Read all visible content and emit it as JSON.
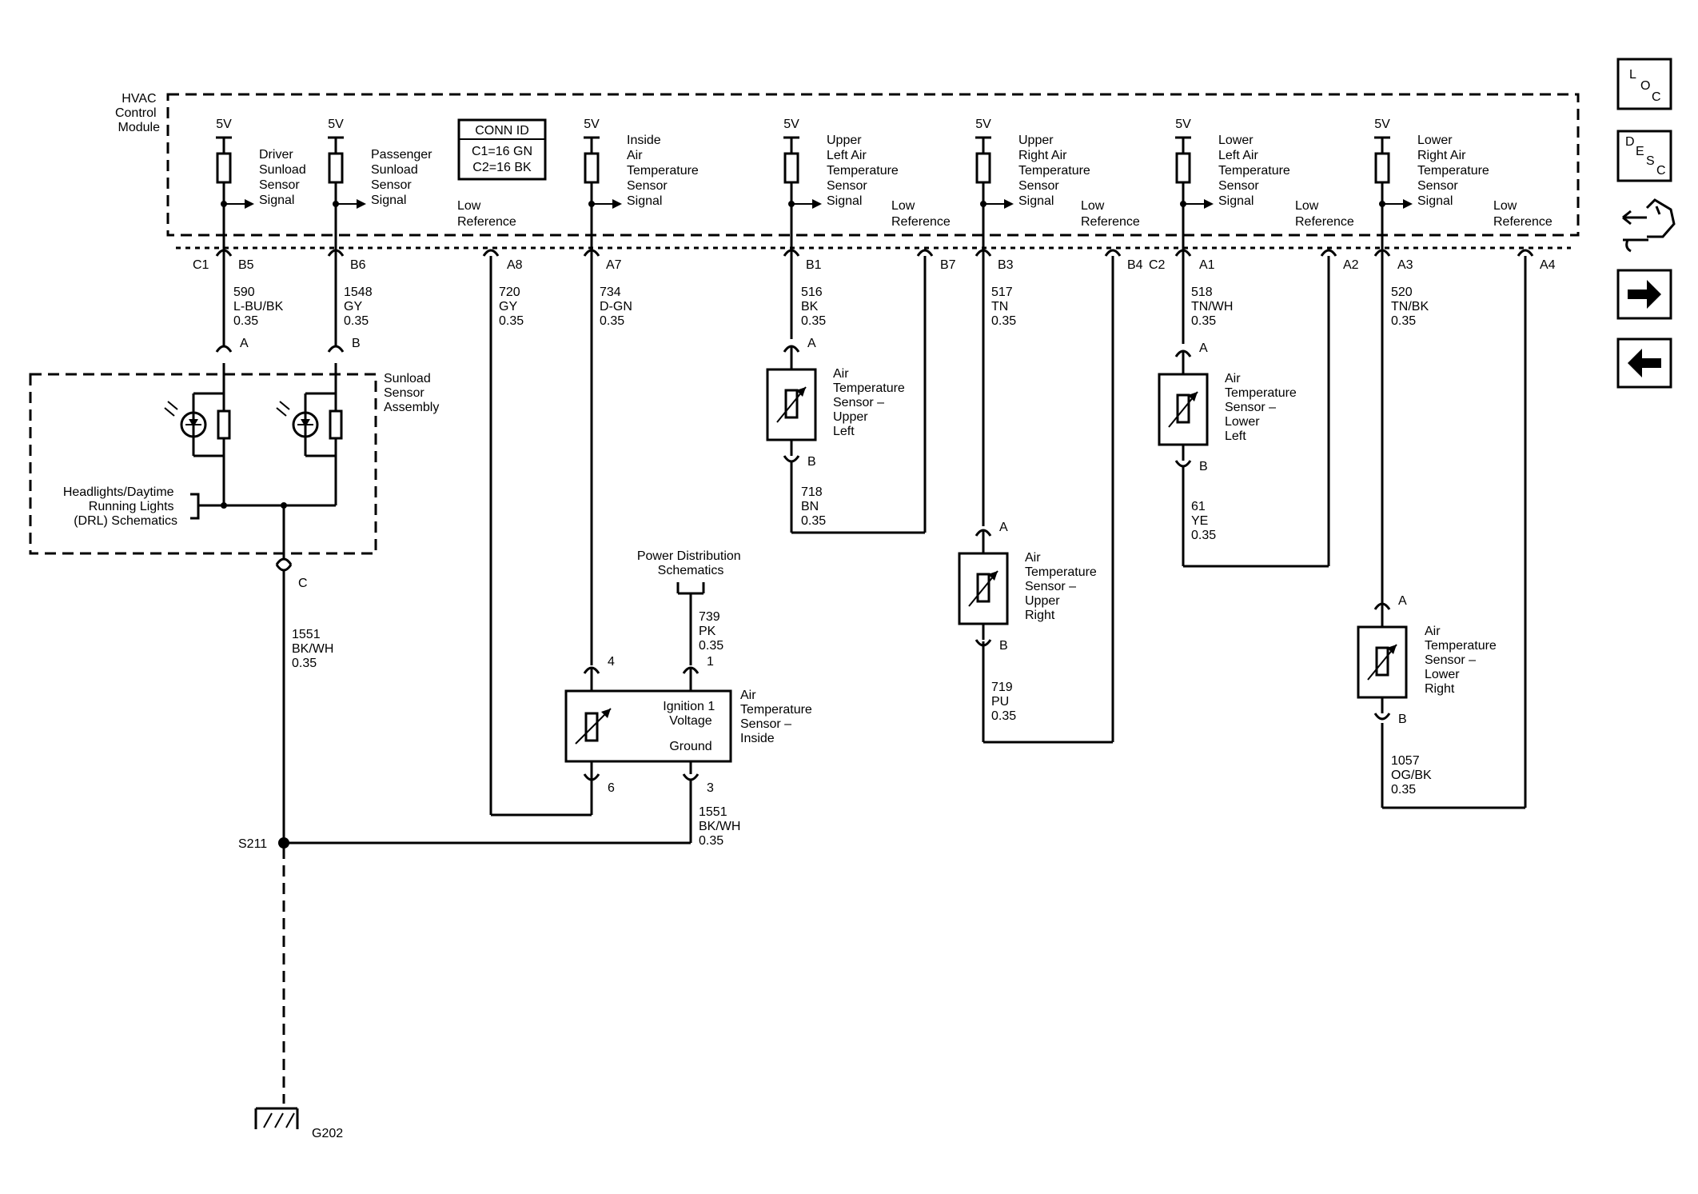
{
  "module": {
    "label": [
      "HVAC",
      "Control",
      "Module"
    ],
    "conn_id": {
      "title": "CONN ID",
      "lines": [
        "C1=16 GN",
        "C2=16 BK"
      ]
    },
    "connector_c1": "C1",
    "connector_c2": "C2",
    "voltage": "5V"
  },
  "signals": [
    {
      "lines": [
        "Driver",
        "Sunload",
        "Sensor",
        "Signal"
      ]
    },
    {
      "lines": [
        "Passenger",
        "Sunload",
        "Sensor",
        "Signal"
      ]
    },
    {
      "lines": [
        "Inside",
        "Air",
        "Temperature",
        "Sensor",
        "Signal"
      ]
    },
    {
      "lines": [
        "Upper",
        "Left Air",
        "Temperature",
        "Sensor",
        "Signal"
      ]
    },
    {
      "lines": [
        "Upper",
        "Right Air",
        "Temperature",
        "Sensor",
        "Signal"
      ]
    },
    {
      "lines": [
        "Lower",
        "Left Air",
        "Temperature",
        "Sensor",
        "Signal"
      ]
    },
    {
      "lines": [
        "Lower",
        "Right Air",
        "Temperature",
        "Sensor",
        "Signal"
      ]
    }
  ],
  "low_reference": [
    "Low",
    "Reference"
  ],
  "pins": [
    "B5",
    "B6",
    "A8",
    "A7",
    "B1",
    "B7",
    "B3",
    "B4",
    "A1",
    "A2",
    "A3",
    "A4"
  ],
  "wires": [
    {
      "circuit": "590",
      "color": "L-BU/BK",
      "gauge": "0.35"
    },
    {
      "circuit": "1548",
      "color": "GY",
      "gauge": "0.35"
    },
    {
      "circuit": "720",
      "color": "GY",
      "gauge": "0.35"
    },
    {
      "circuit": "734",
      "color": "D-GN",
      "gauge": "0.35"
    },
    {
      "circuit": "516",
      "color": "BK",
      "gauge": "0.35"
    },
    {
      "circuit": "517",
      "color": "TN",
      "gauge": "0.35"
    },
    {
      "circuit": "518",
      "color": "TN/WH",
      "gauge": "0.35"
    },
    {
      "circuit": "520",
      "color": "TN/BK",
      "gauge": "0.35"
    },
    {
      "circuit": "718",
      "color": "BN",
      "gauge": "0.35"
    },
    {
      "circuit": "719",
      "color": "PU",
      "gauge": "0.35"
    },
    {
      "circuit": "61",
      "color": "YE",
      "gauge": "0.35"
    },
    {
      "circuit": "1057",
      "color": "OG/BK",
      "gauge": "0.35"
    },
    {
      "circuit": "1551",
      "color": "BK/WH",
      "gauge": "0.35"
    },
    {
      "circuit": "739",
      "color": "PK",
      "gauge": "0.35"
    },
    {
      "circuit": "1551",
      "color": "BK/WH",
      "gauge": "0.35"
    }
  ],
  "sunload": {
    "label": [
      "Sunload",
      "Sensor",
      "Assembly"
    ],
    "pin_a": "A",
    "pin_b": "B",
    "pin_c": "C",
    "headlights": [
      "Headlights/Daytime",
      "Running Lights",
      "(DRL) Schematics"
    ]
  },
  "sensors": [
    {
      "lines": [
        "Air",
        "Temperature",
        "Sensor –",
        "Upper",
        "Left"
      ]
    },
    {
      "lines": [
        "Air",
        "Temperature",
        "Sensor –",
        "Upper",
        "Right"
      ]
    },
    {
      "lines": [
        "Air",
        "Temperature",
        "Sensor –",
        "Lower",
        "Left"
      ]
    },
    {
      "lines": [
        "Air",
        "Temperature",
        "Sensor –",
        "Lower",
        "Right"
      ]
    }
  ],
  "sensor_pins": {
    "a": "A",
    "b": "B"
  },
  "inside_sensor": {
    "lines": [
      "Air",
      "Temperature",
      "Sensor –",
      "Inside"
    ],
    "ignition": [
      "Ignition 1",
      "Voltage"
    ],
    "ground": "Ground",
    "pins": [
      "4",
      "1",
      "6",
      "3"
    ]
  },
  "power_distribution": [
    "Power Distribution",
    "Schematics"
  ],
  "splice": "S211",
  "ground": "G202",
  "side_buttons": [
    {
      "label": "LOC",
      "icon": "loc-icon"
    },
    {
      "label": "DESC",
      "icon": "desc-icon"
    },
    {
      "label": "connector",
      "icon": "connector-icon"
    },
    {
      "label": "next",
      "icon": "arrow-right-icon"
    },
    {
      "label": "previous",
      "icon": "arrow-left-icon"
    }
  ]
}
